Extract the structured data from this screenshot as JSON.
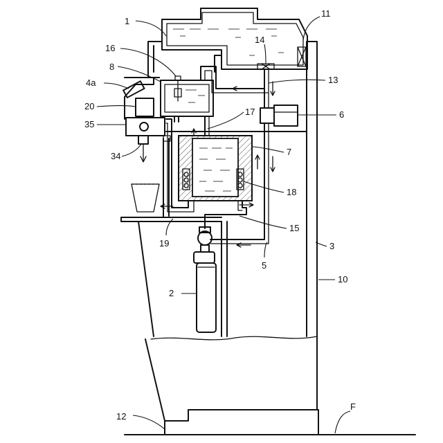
{
  "labels": {
    "l1": "1",
    "l2": "2",
    "l3": "3",
    "l4a": "4a",
    "l5": "5",
    "l6": "6",
    "l7": "7",
    "l8": "8",
    "l10": "10",
    "l11": "11",
    "l12": "12",
    "l13": "13",
    "l14": "14",
    "l15": "15",
    "l16": "16",
    "l17": "17",
    "l18": "18",
    "l19": "19",
    "l20": "20",
    "l34": "34",
    "l35": "35",
    "lF": "F"
  }
}
